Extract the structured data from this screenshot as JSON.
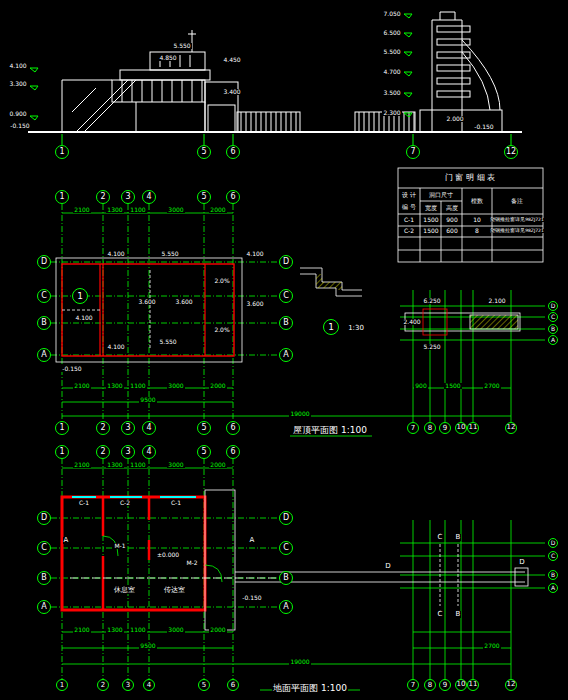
{
  "diagram": {
    "nodes": [
      {
        "text": [
          "1"
        ]
      },
      {
        "text": [
          "5"
        ]
      },
      {
        "text": [
          "6"
        ]
      },
      {
        "text": [
          "7"
        ]
      },
      {
        "text": [
          "12"
        ]
      },
      {
        "text": [
          "1"
        ]
      },
      {
        "text": [
          "2"
        ]
      },
      {
        "text": [
          "3"
        ]
      },
      {
        "text": [
          "4"
        ]
      },
      {
        "text": [
          "5"
        ]
      },
      {
        "text": [
          "6"
        ]
      },
      {
        "text": [
          "D"
        ]
      },
      {
        "text": [
          "C"
        ]
      },
      {
        "text": [
          "B"
        ]
      },
      {
        "text": [
          "A"
        ]
      },
      {
        "text": [
          "D"
        ]
      },
      {
        "text": [
          "C"
        ]
      },
      {
        "text": [
          "B"
        ]
      },
      {
        "text": [
          "A"
        ]
      },
      {
        "text": [
          "1"
        ]
      },
      {
        "text": [
          "1"
        ]
      },
      {
        "text": [
          "D"
        ]
      },
      {
        "text": [
          "C"
        ]
      },
      {
        "text": [
          "B"
        ]
      },
      {
        "text": [
          "A"
        ]
      },
      {
        "text": [
          "1"
        ]
      },
      {
        "text": [
          "2"
        ]
      },
      {
        "text": [
          "3"
        ]
      },
      {
        "text": [
          "4"
        ]
      },
      {
        "text": [
          "5"
        ]
      },
      {
        "text": [
          "6"
        ]
      },
      {
        "text": [
          "7"
        ]
      },
      {
        "text": [
          "8"
        ]
      },
      {
        "text": [
          "9"
        ]
      },
      {
        "text": [
          "10"
        ]
      },
      {
        "text": [
          "11"
        ]
      },
      {
        "text": [
          "12"
        ]
      },
      {
        "text": [
          "1"
        ]
      },
      {
        "text": [
          "2"
        ]
      },
      {
        "text": [
          "3"
        ]
      },
      {
        "text": [
          "4"
        ]
      },
      {
        "text": [
          "5"
        ]
      },
      {
        "text": [
          "6"
        ]
      },
      {
        "text": [
          "D"
        ]
      },
      {
        "text": [
          "C"
        ]
      },
      {
        "text": [
          "B"
        ]
      },
      {
        "text": [
          "A"
        ]
      },
      {
        "text": [
          "D"
        ]
      },
      {
        "text": [
          "C"
        ]
      },
      {
        "text": [
          "B"
        ]
      },
      {
        "text": [
          "A"
        ]
      },
      {
        "text": [
          "D"
        ]
      },
      {
        "text": [
          "C"
        ]
      },
      {
        "text": [
          "B"
        ]
      },
      {
        "text": [
          "A"
        ]
      },
      {
        "text": [
          "1"
        ]
      },
      {
        "text": [
          "2"
        ]
      },
      {
        "text": [
          "3"
        ]
      },
      {
        "text": [
          "4"
        ]
      },
      {
        "text": [
          "5"
        ]
      },
      {
        "text": [
          "6"
        ]
      },
      {
        "text": [
          "7"
        ]
      },
      {
        "text": [
          "8"
        ]
      },
      {
        "text": [
          "9"
        ]
      },
      {
        "text": [
          "10"
        ]
      },
      {
        "text": [
          "11"
        ]
      },
      {
        "text": [
          "12"
        ]
      }
    ],
    "labels": [
      "7.050",
      "6.500",
      "5.500",
      "4.700",
      "3.500",
      "2.300",
      "2.000",
      "-0.150",
      "5.550",
      "4.850",
      "4.450",
      "4.100",
      "3.300",
      "3.400",
      "0.900",
      "-0.150",
      "门 窗 明 细 表",
      "设 计",
      "编 号",
      "洞口尺寸",
      "宽度",
      "高度",
      "樘数",
      "备注",
      "C-1",
      "1500",
      "900",
      "10",
      "塑钢推拉窗详见98ZJ721",
      "C-2",
      "1500",
      "600",
      "8",
      "塑钢推拉窗详见98ZJ721",
      "2100",
      "1300",
      "1100",
      "3000",
      "2000",
      "4.100",
      "5.550",
      "4.100",
      "4.100",
      "3.600",
      "3.600",
      "3.600",
      "2.0%",
      "2.0%",
      "5.550",
      "4.100",
      "-0.150",
      "2100",
      "1300",
      "1100",
      "3000",
      "2000",
      "9500",
      "19000",
      "6.250",
      "2.100",
      "2.400",
      "5.250",
      "900",
      "1500",
      "2700",
      "1:30",
      "屋顶平面图 1:100",
      "2100",
      "1300",
      "1100",
      "3000",
      "2000",
      "C-1",
      "C-1",
      "C-2",
      "M-1",
      "M-2",
      "休息室",
      "传达室",
      "±0.000",
      "-0.150",
      "A",
      "A",
      "D",
      "D",
      "C",
      "C",
      "B",
      "B",
      "2100",
      "1300",
      "1100",
      "3000",
      "2000",
      "9500",
      "2700",
      "19000",
      "地面平面图 1:100"
    ]
  }
}
